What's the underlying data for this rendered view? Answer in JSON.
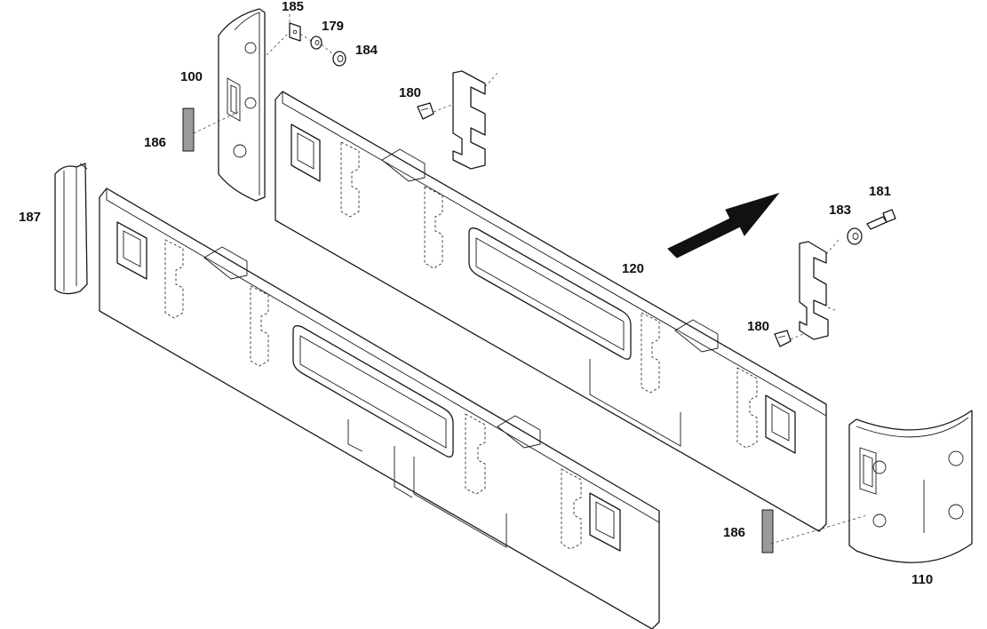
{
  "labels": {
    "p100": "100",
    "p110": "110",
    "p120": "120",
    "p179": "179",
    "p180a": "180",
    "p180b": "180",
    "p181": "181",
    "p183": "183",
    "p184": "184",
    "p185": "185",
    "p186a": "186",
    "p186b": "186",
    "p187": "187"
  },
  "colors": {
    "line": "#1a1a1a",
    "background": "#ffffff",
    "arrow": "#111111",
    "strip": "#9a9a9a"
  },
  "icons": {
    "direction": "direction-arrow-icon"
  }
}
